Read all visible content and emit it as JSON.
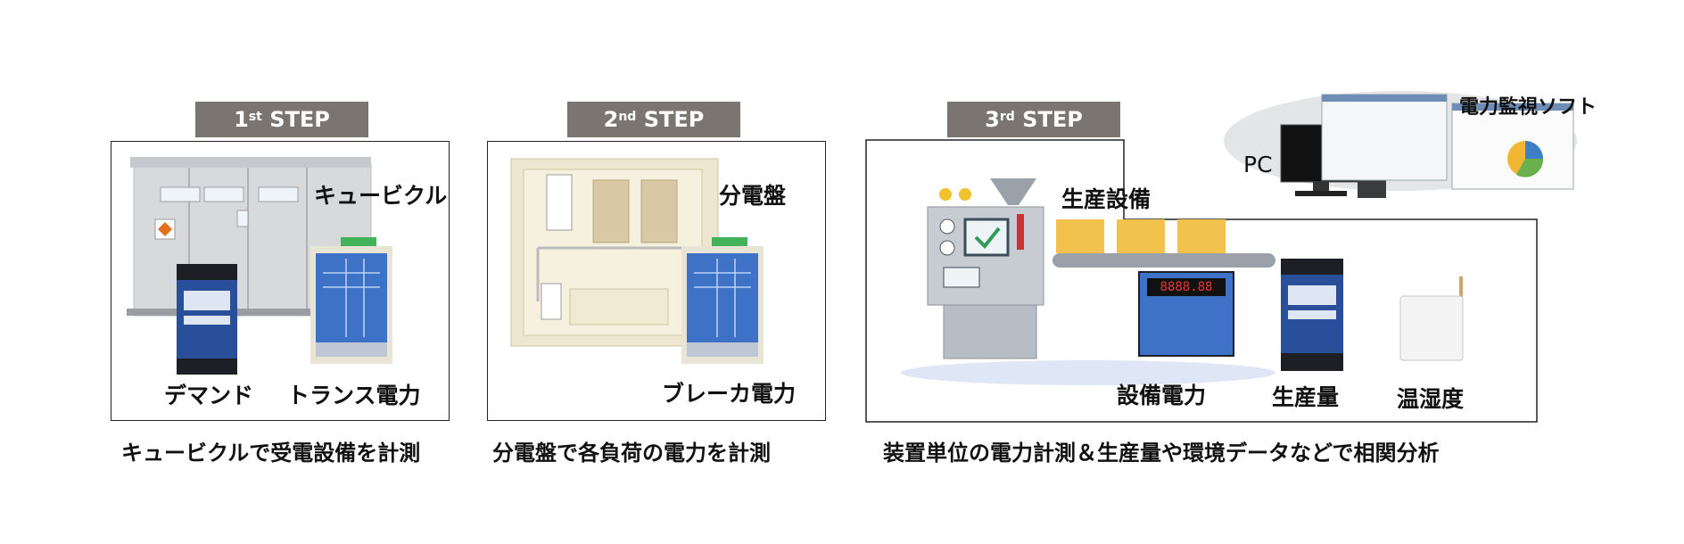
{
  "steps": [
    {
      "num": "1",
      "suffix": "st",
      "word": "STEP",
      "labels": {
        "cubicle": "キュービクル",
        "demand": "デマンド",
        "trans": "トランス電力"
      },
      "caption": "キュービクルで受電設備を計測"
    },
    {
      "num": "2",
      "suffix": "nd",
      "word": "STEP",
      "labels": {
        "panel": "分電盤",
        "breaker": "ブレーカ電力"
      },
      "caption": "分電盤で各負荷の電力を計測"
    },
    {
      "num": "3",
      "suffix": "rd",
      "word": "STEP",
      "labels": {
        "equipment": "生産設備",
        "pc": "PC",
        "software": "電力監視ソフト",
        "equip_power": "設備電力",
        "production": "生産量",
        "temp_humid": "温湿度"
      },
      "caption": "装置単位の電力計測＆生産量や環境データなどで相関分析"
    }
  ],
  "display_digits": "8888.88"
}
